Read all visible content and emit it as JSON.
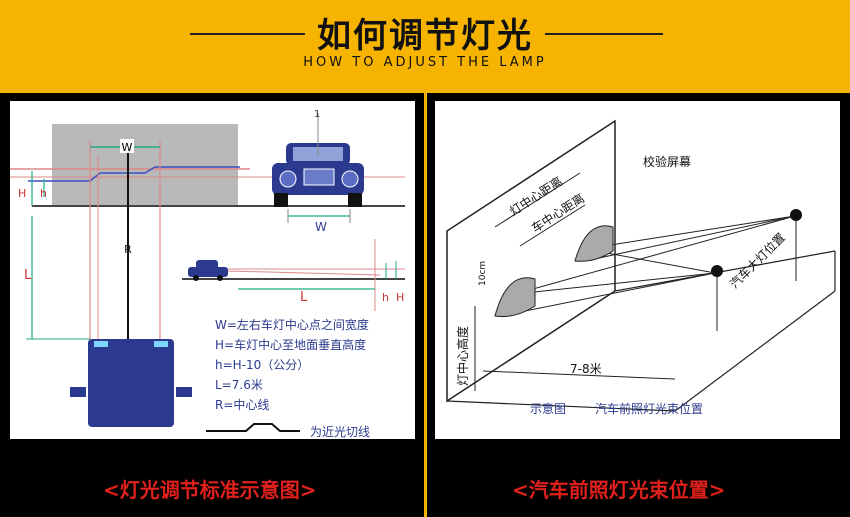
{
  "header": {
    "title": "如何调节灯光",
    "subtitle": "HOW TO ADJUST THE LAMP"
  },
  "left": {
    "caption": "<灯光调节标准示意图>",
    "labels": {
      "w_top": "W",
      "w_car": "W",
      "r": "R",
      "h_big": "H",
      "h_small": "h",
      "l_left": "L",
      "l_mid": "L",
      "h_right_small": "h",
      "h_right_big": "H",
      "top_tick": "1"
    },
    "legend": [
      "W=左右车灯中心点之间宽度",
      "H=车灯中心至地面垂直高度",
      "h=H-10（公分）",
      "L=7.6米",
      "R=中心线"
    ],
    "cutoff_label": "为近光切线"
  },
  "right": {
    "caption": "<汽车前照灯光束位置>",
    "labels": {
      "screen": "校验屏幕",
      "lamp_dist": "灯中心距离",
      "car_dist": "车中心距离",
      "ten_cm": "10cm",
      "lamp_height": "灯中心高度",
      "headlamp_pos": "汽车大灯位置",
      "distance": "7-8米",
      "diagram_title": "示意图",
      "beam_pos": "汽车前照灯光束位置"
    }
  },
  "colors": {
    "background": "#f6b300",
    "caption": "#e0201c",
    "car_blue": "#2b3a8f",
    "beam_red": "#c33",
    "beam_blue": "#3a4fc2"
  }
}
